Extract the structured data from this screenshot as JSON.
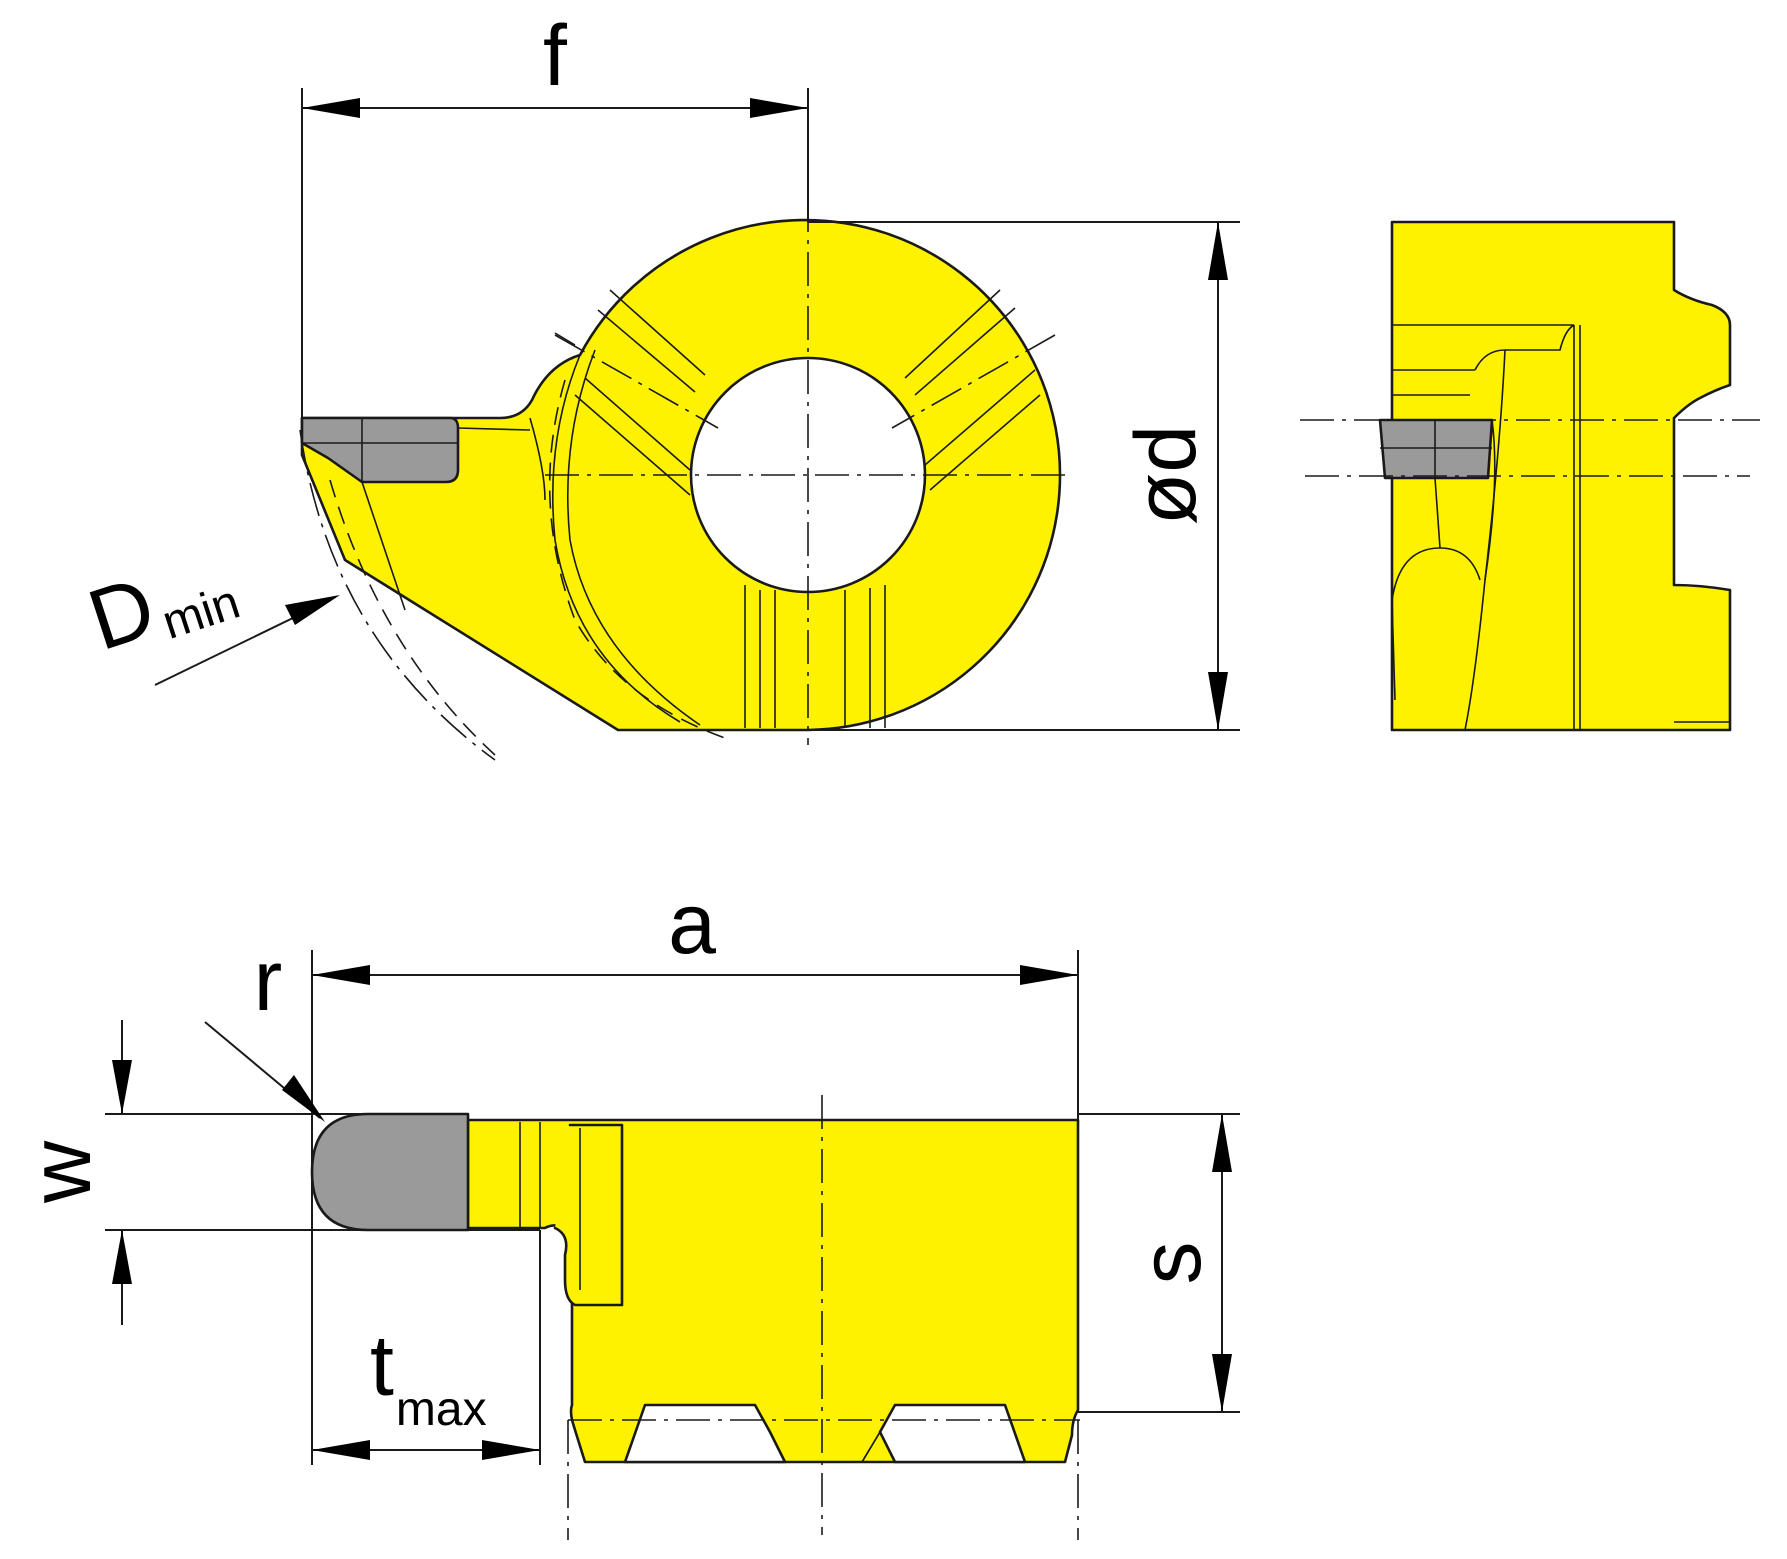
{
  "colors": {
    "body": "#fff200",
    "insert_tip": "#9a9a9a",
    "line": "#1a1a1a",
    "background": "#ffffff"
  },
  "labels": {
    "f": "f",
    "od": "ød",
    "d_main": "D",
    "d_sub": "min",
    "a": "a",
    "r": "r",
    "w": "w",
    "s": "s",
    "t_main": "t",
    "t_sub": "max"
  }
}
